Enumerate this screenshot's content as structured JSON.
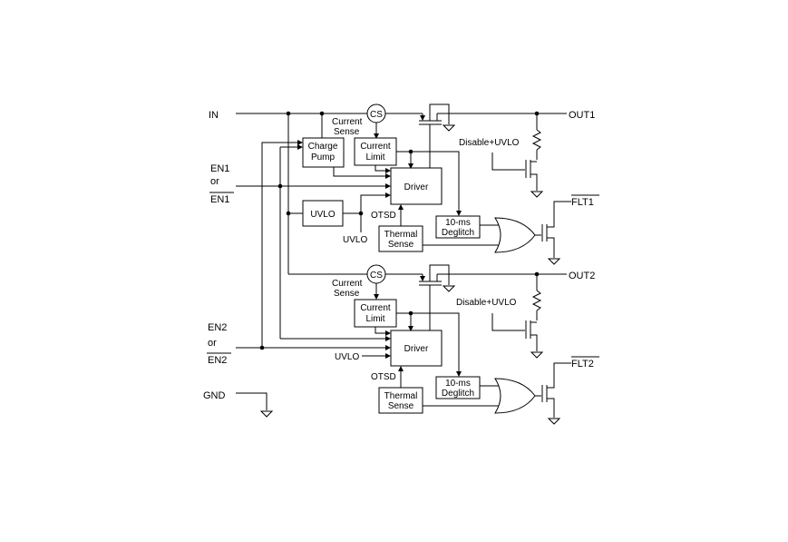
{
  "pins": {
    "in": "IN",
    "out1": "OUT1",
    "out2": "OUT2",
    "en1": "EN1",
    "en1_or": "or",
    "en1_bar": "EN1",
    "en2": "EN2",
    "en2_or": "or",
    "en2_bar": "EN2",
    "gnd": "GND",
    "flt1": "FLT1",
    "flt2": "FLT2"
  },
  "ch1": {
    "cs": "CS",
    "current_sense_1": "Current",
    "current_sense_2": "Sense",
    "charge_pump_1": "Charge",
    "charge_pump_2": "Pump",
    "current_limit_1": "Current",
    "current_limit_2": "Limit",
    "driver": "Driver",
    "uvlo_box": "UVLO",
    "uvlo_label": "UVLO",
    "otsd": "OTSD",
    "thermal_1": "Thermal",
    "thermal_2": "Sense",
    "deglitch_1": "10-ms",
    "deglitch_2": "Deglitch",
    "disable_uvlo": "Disable+UVLO"
  },
  "ch2": {
    "cs": "CS",
    "current_sense_1": "Current",
    "current_sense_2": "Sense",
    "current_limit_1": "Current",
    "current_limit_2": "Limit",
    "driver": "Driver",
    "uvlo_label": "UVLO",
    "otsd": "OTSD",
    "thermal_1": "Thermal",
    "thermal_2": "Sense",
    "deglitch_1": "10-ms",
    "deglitch_2": "Deglitch",
    "disable_uvlo": "Disable+UVLO"
  }
}
